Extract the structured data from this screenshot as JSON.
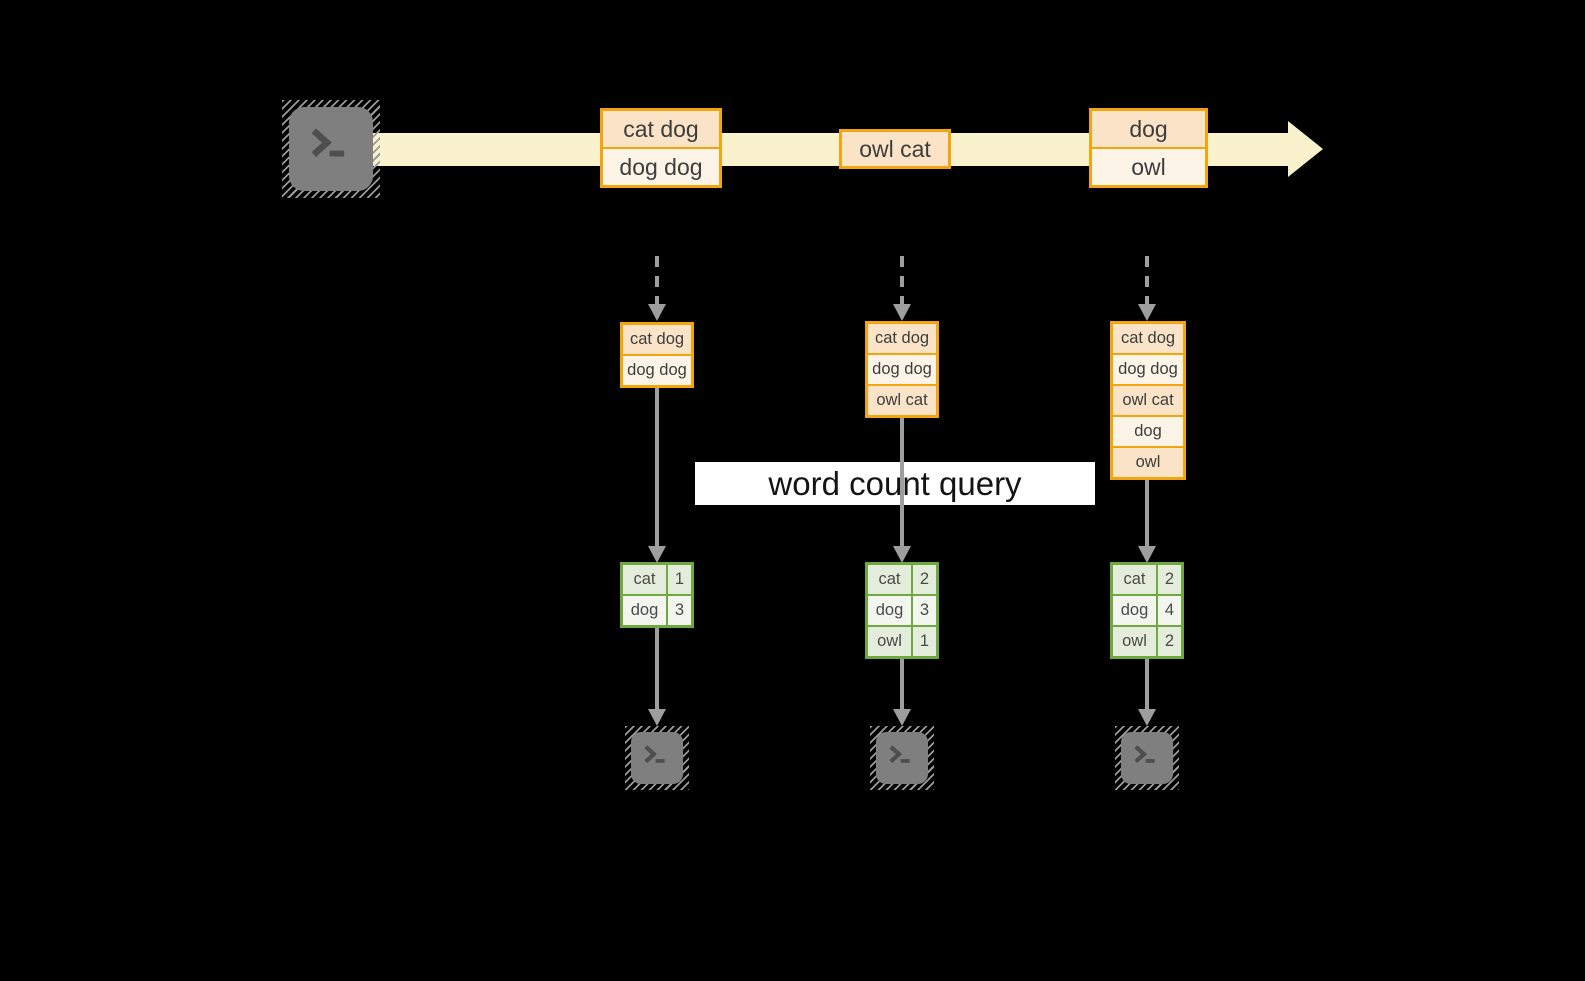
{
  "query": {
    "label": "word count query"
  },
  "stream": {
    "events": [
      {
        "lines": [
          "cat dog",
          "dog dog"
        ]
      },
      {
        "lines": [
          "owl cat"
        ]
      },
      {
        "lines": [
          "dog",
          "owl"
        ]
      }
    ]
  },
  "columns": [
    {
      "state_lines": [
        "cat dog",
        "dog dog"
      ],
      "counts": [
        {
          "word": "cat",
          "count": "1"
        },
        {
          "word": "dog",
          "count": "3"
        }
      ]
    },
    {
      "state_lines": [
        "cat dog",
        "dog dog",
        "owl cat"
      ],
      "counts": [
        {
          "word": "cat",
          "count": "2"
        },
        {
          "word": "dog",
          "count": "3"
        },
        {
          "word": "owl",
          "count": "1"
        }
      ]
    },
    {
      "state_lines": [
        "cat dog",
        "dog dog",
        "owl cat",
        "dog",
        "owl"
      ],
      "counts": [
        {
          "word": "cat",
          "count": "2"
        },
        {
          "word": "dog",
          "count": "4"
        },
        {
          "word": "owl",
          "count": "2"
        }
      ]
    }
  ],
  "icons": {
    "source": "terminal-icon",
    "sinks": [
      "terminal-icon",
      "terminal-icon",
      "terminal-icon"
    ]
  },
  "colors": {
    "background": "#000000",
    "stream_band": "#FAF1CD",
    "event_border": "#F2A50C",
    "event_fill_dark": "#FAE3C6",
    "event_fill_light": "#FDF4E8",
    "table_border": "#6FA83F",
    "table_fill_dark": "#E4ECDB",
    "table_fill_light": "#F3F6EE",
    "arrow_gray": "#9E9E9E",
    "terminal_gray": "#7F7F7F",
    "query_bg": "#FFFFFF"
  }
}
